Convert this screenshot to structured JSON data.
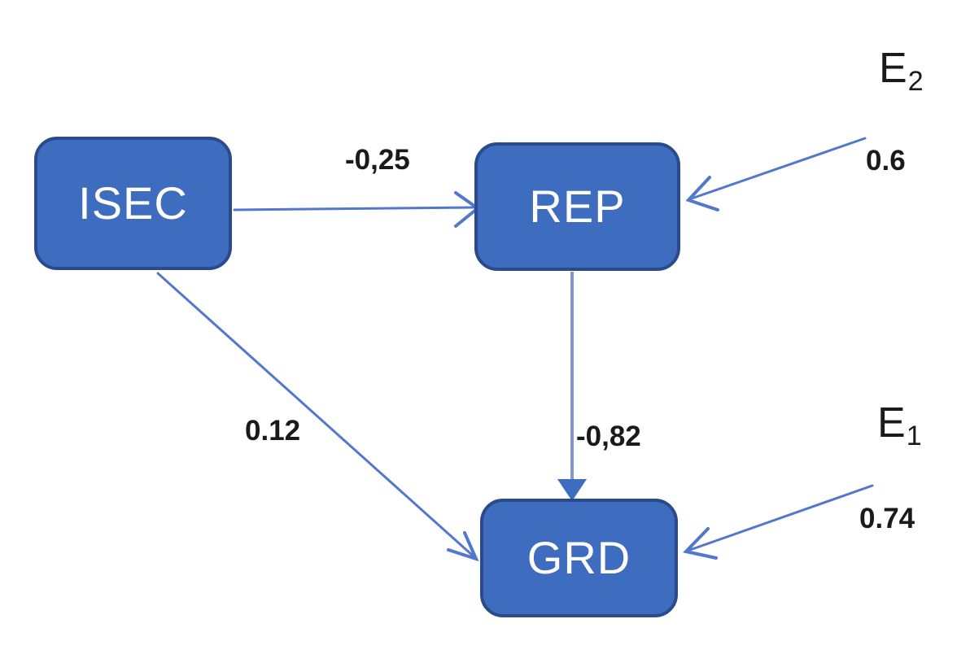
{
  "diagram": {
    "type": "path-model",
    "background_color": "#ffffff",
    "node_fill_color": "#3e6cbf",
    "node_border_color": "#2b4a8c",
    "node_text_color": "#ffffff",
    "arrow_color": "#5278ce",
    "vertical_arrow_color": "#8496cc",
    "label_text_color": "#1a1a1c",
    "nodes": [
      {
        "id": "ISEC",
        "label": "ISEC"
      },
      {
        "id": "REP",
        "label": "REP"
      },
      {
        "id": "GRD",
        "label": "GRD"
      }
    ],
    "edges": [
      {
        "from": "ISEC",
        "to": "REP",
        "coefficient": "-0,25"
      },
      {
        "from": "ISEC",
        "to": "GRD",
        "coefficient": "0.12"
      },
      {
        "from": "REP",
        "to": "GRD",
        "coefficient": "-0,82"
      },
      {
        "from": "E2",
        "to": "REP",
        "coefficient": "0.6"
      },
      {
        "from": "E1",
        "to": "GRD",
        "coefficient": "0.74"
      }
    ],
    "error_terms": [
      {
        "base": "E",
        "sub": "2",
        "attached_to": "REP"
      },
      {
        "base": "E",
        "sub": "1",
        "attached_to": "GRD"
      }
    ]
  }
}
